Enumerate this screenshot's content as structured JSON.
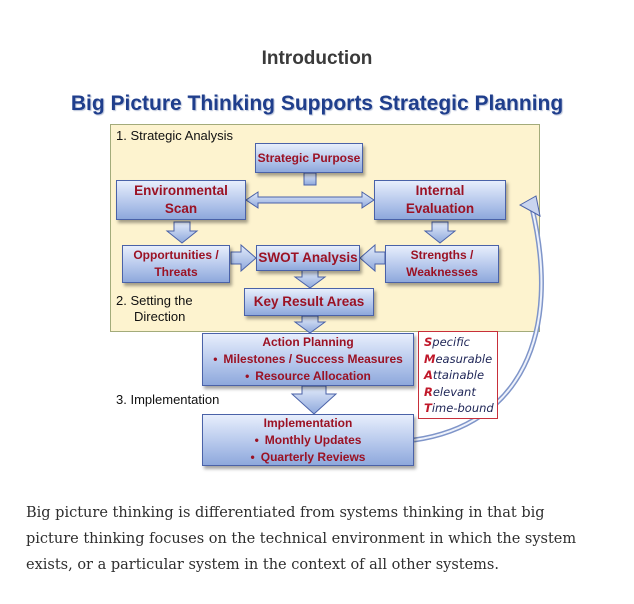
{
  "section_heading": "Introduction",
  "figure": {
    "title": "Big Picture Thinking Supports Strategic Planning",
    "steps": {
      "analysis": "1. Strategic Analysis",
      "direction_line1": "2. Setting the",
      "direction_line2": "Direction",
      "implementation": "3. Implementation"
    },
    "boxes": {
      "strategic_purpose": "Strategic Purpose",
      "environmental_scan": [
        "Environmental",
        "Scan"
      ],
      "internal_evaluation": [
        "Internal",
        "Evaluation"
      ],
      "opportunities_threats": [
        "Opportunities /",
        "Threats"
      ],
      "swot_analysis": "SWOT Analysis",
      "strengths_weaknesses": [
        "Strengths /",
        "Weaknesses"
      ],
      "key_result_areas": "Key Result Areas",
      "action_planning": {
        "title": "Action Planning",
        "bullets": [
          "Milestones / Success Measures",
          "Resource Allocation"
        ]
      },
      "implementation": {
        "title": "Implementation",
        "bullets": [
          "Monthly Updates",
          "Quarterly Reviews"
        ]
      }
    },
    "smart": [
      {
        "first": "S",
        "rest": "pecific"
      },
      {
        "first": "M",
        "rest": "easurable"
      },
      {
        "first": "A",
        "rest": "ttainable"
      },
      {
        "first": "R",
        "rest": "elevant"
      },
      {
        "first": "T",
        "rest": "ime-bound"
      }
    ],
    "colors": {
      "title": "#1f3e8c",
      "box_text": "#9b1224",
      "panel": "#fdf3cf",
      "box_fill": "#b6c8ec",
      "box_border": "#4a62a8"
    }
  },
  "paragraph": "Big picture thinking is differentiated from systems thinking in that big picture thinking focuses on the technical environment in which the system exists, or a particular system in the context of all other systems."
}
